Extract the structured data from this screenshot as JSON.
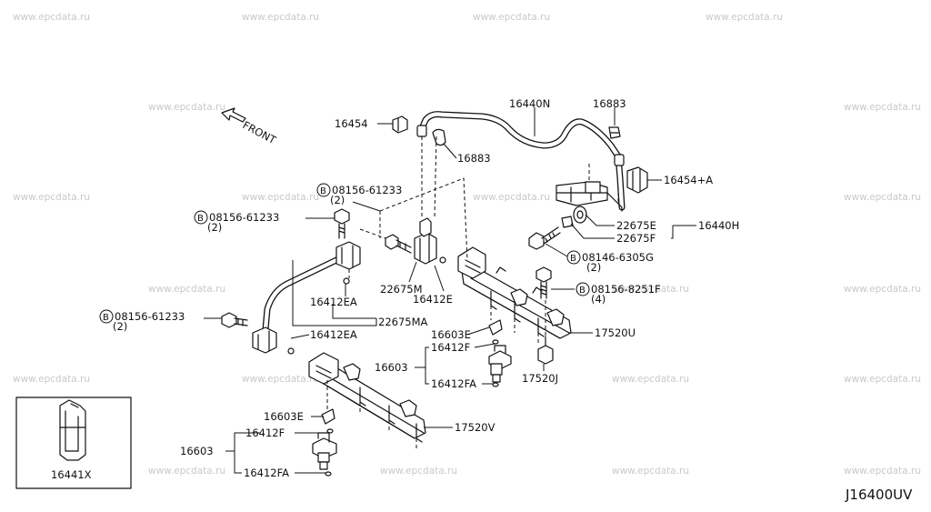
{
  "watermark": "www.epcdata.ru",
  "diagram_code": "J16400UV",
  "front_label": "FRONT",
  "bolt_symbol": "B",
  "labels": {
    "p16440N": "16440N",
    "p16883_top": "16883",
    "p16454": "16454",
    "p16883_mid": "16883",
    "p16454A": "16454+A",
    "b08156_61233_a": "08156-61233",
    "q2_a": "(2)",
    "b08156_61233_b": "08156-61233",
    "q2_b": "(2)",
    "p22675E": "22675E",
    "p16440H": "16440H",
    "p22675F": "22675F",
    "b08146_6305G": "08146-6305G",
    "q2_c": "(2)",
    "b08156_8251F": "08156-8251F",
    "q4": "(4)",
    "p22675M": "22675M",
    "p16412E": "16412E",
    "p16412EA_a": "16412EA",
    "b08156_61233_c": "08156-61233",
    "q2_d": "(2)",
    "p22675MA": "22675MA",
    "p16412EA_b": "16412EA",
    "p16603E_r": "16603E",
    "p17520U": "17520U",
    "p16412F_r": "16412F",
    "p16603_r": "16603",
    "p16412FA_r": "16412FA",
    "p17520J": "17520J",
    "p16603E_l": "16603E",
    "p17520V": "17520V",
    "p16412F_l": "16412F",
    "p16603_l": "16603",
    "p16412FA_l": "16412FA",
    "p16441X": "16441X"
  }
}
